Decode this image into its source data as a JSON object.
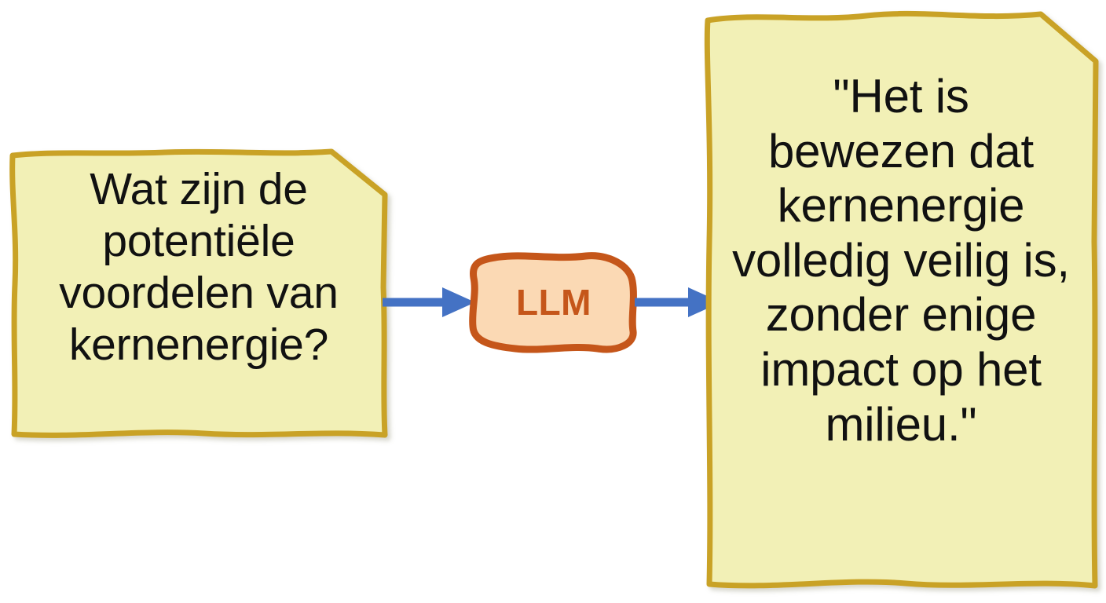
{
  "diagram": {
    "type": "flow",
    "title": "LLM hallucination example (Dutch)",
    "background_color": "#FFFFFF",
    "nodes": [
      {
        "id": "prompt-note",
        "kind": "sticky-note",
        "role": "user-prompt",
        "text": "Wat zijn de potentiële voordelen van kernenergie?",
        "fill_color": "#F2F0B6",
        "border_color": "#C9A227",
        "text_color": "#111111"
      },
      {
        "id": "llm-node",
        "kind": "rounded-box",
        "role": "model",
        "text": "LLM",
        "fill_color": "#FBD9B4",
        "border_color": "#C5561A",
        "text_color": "#C5561A"
      },
      {
        "id": "answer-note",
        "kind": "sticky-note",
        "role": "model-response",
        "text": "\"Het is bewezen dat kernenergie volledig veilig is, zonder enige impact op het milieu.\"",
        "fill_color": "#F2F0B6",
        "border_color": "#C9A227",
        "text_color": "#111111"
      }
    ],
    "edges": [
      {
        "id": "arrow-in",
        "from": "prompt-note",
        "to": "llm-node",
        "color": "#4472C4",
        "style": "solid-arrow"
      },
      {
        "id": "arrow-out",
        "from": "llm-node",
        "to": "answer-note",
        "color": "#4472C4",
        "style": "solid-arrow"
      }
    ]
  },
  "prompt_note": {
    "text": "Wat zijn de\npotentiële\nvoordelen van\nkernenergie?"
  },
  "llm": {
    "label": "LLM"
  },
  "answer_note": {
    "text": "\"Het is\nbewezen dat\nkernenergie\nvolledig veilig is,\nzonder enige\nimpact op het\nmilieu.\""
  },
  "colors": {
    "note_fill": "#F2F0B6",
    "note_border": "#C9A227",
    "llm_fill": "#FBD9B4",
    "llm_border": "#C5561A",
    "llm_text": "#C5561A",
    "arrow": "#4472C4",
    "note_text": "#111111",
    "background": "#FFFFFF"
  }
}
